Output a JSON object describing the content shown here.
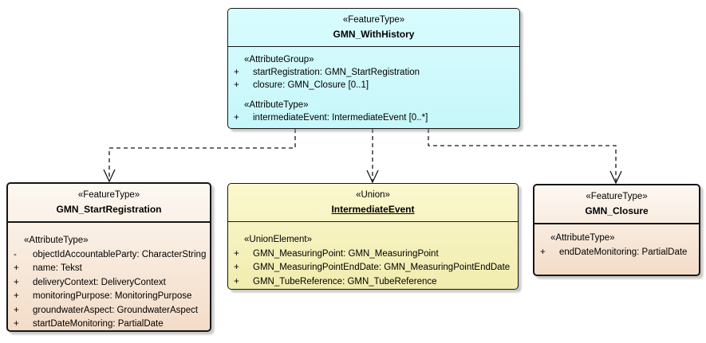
{
  "colors": {
    "feature_fill_cyan": "#ccf8fb",
    "feature_fill_peach": "#f7e6d7",
    "union_fill_yellow": "#f7f3c2",
    "border": "#161616",
    "shadow": "#969696",
    "background": "#ffffff"
  },
  "classes": [
    {
      "stereotype": "«FeatureType»",
      "name": "GMN_WithHistory",
      "sections": [
        {
          "stereotype": "«AttributeGroup»",
          "attributes": [
            {
              "visibility": "+",
              "text": "startRegistration: GMN_StartRegistration"
            },
            {
              "visibility": "+",
              "text": "closure: GMN_Closure [0..1]"
            }
          ]
        },
        {
          "stereotype": "«AttributeType»",
          "attributes": [
            {
              "visibility": "+",
              "text": "intermediateEvent: IntermediateEvent [0..*]"
            }
          ]
        }
      ]
    },
    {
      "stereotype": "«FeatureType»",
      "name": "GMN_StartRegistration",
      "sections": [
        {
          "stereotype": "«AttributeType»",
          "attributes": [
            {
              "visibility": "-",
              "text": "objectIdAccountableParty: CharacterString"
            },
            {
              "visibility": "+",
              "text": "name: Tekst"
            },
            {
              "visibility": "+",
              "text": "deliveryContext: DeliveryContext"
            },
            {
              "visibility": "+",
              "text": "monitoringPurpose: MonitoringPurpose"
            },
            {
              "visibility": "+",
              "text": "groundwaterAspect: GroundwaterAspect"
            },
            {
              "visibility": "+",
              "text": "startDateMonitoring: PartialDate"
            }
          ]
        }
      ]
    },
    {
      "stereotype": "«Union»",
      "name": "IntermediateEvent",
      "sections": [
        {
          "stereotype": "«UnionElement»",
          "attributes": [
            {
              "visibility": "+",
              "text": "GMN_MeasuringPoint: GMN_MeasuringPoint"
            },
            {
              "visibility": "+",
              "text": "GMN_MeasuringPointEndDate: GMN_MeasuringPointEndDate"
            },
            {
              "visibility": "+",
              "text": "GMN_TubeReference: GMN_TubeReference"
            }
          ]
        }
      ]
    },
    {
      "stereotype": "«FeatureType»",
      "name": "GMN_Closure",
      "sections": [
        {
          "stereotype": "«AttributeType»",
          "attributes": [
            {
              "visibility": "+",
              "text": "endDateMonitoring: PartialDate"
            }
          ]
        }
      ]
    }
  ],
  "connectors": [
    {
      "type": "dashed-dependency",
      "from": "GMN_WithHistory",
      "to": "GMN_StartRegistration"
    },
    {
      "type": "dashed-dependency",
      "from": "GMN_WithHistory",
      "to": "IntermediateEvent"
    },
    {
      "type": "dashed-dependency",
      "from": "GMN_WithHistory",
      "to": "GMN_Closure"
    }
  ]
}
